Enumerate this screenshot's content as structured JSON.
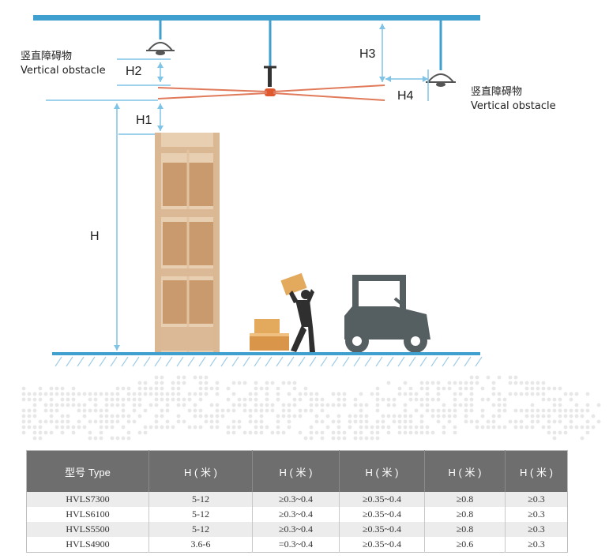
{
  "labels": {
    "h": "H",
    "h1": "H1",
    "h2": "H2",
    "h3": "H3",
    "h4": "H4"
  },
  "obstacle_left": {
    "cn": "竖直障碍物",
    "en": "Vertical obstacle"
  },
  "obstacle_right": {
    "cn": "竖直障碍物",
    "en": "Vertical obstacle"
  },
  "colors": {
    "ceiling_blue": "#3fa0d0",
    "dimension_line": "#7fc4e6",
    "fan_blade": "#e07a5a",
    "box": "#c99a6e",
    "rack": "#e8cfb2",
    "forklift": "#555e60",
    "table_header": "#6e6e6e"
  },
  "table": {
    "headers": [
      "型号 Type",
      "H ( 米 )",
      "H ( 米 )",
      "H ( 米 )",
      "H ( 米 )",
      "H ( 米 )"
    ],
    "rows": [
      [
        "HVLS7300",
        "5-12",
        "≥0.3~0.4",
        "≥0.35~0.4",
        "≥0.8",
        "≥0.3"
      ],
      [
        "HVLS6100",
        "5-12",
        "≥0.3~0.4",
        "≥0.35~0.4",
        "≥0.8",
        "≥0.3"
      ],
      [
        "HVLS5500",
        "5-12",
        "≥0.3~0.4",
        "≥0.35~0.4",
        "≥0.8",
        "≥0.3"
      ],
      [
        "HVLS4900",
        "3.6-6",
        "=0.3~0.4",
        "≥0.35~0.4",
        "≥0.6",
        "≥0.3"
      ]
    ]
  }
}
